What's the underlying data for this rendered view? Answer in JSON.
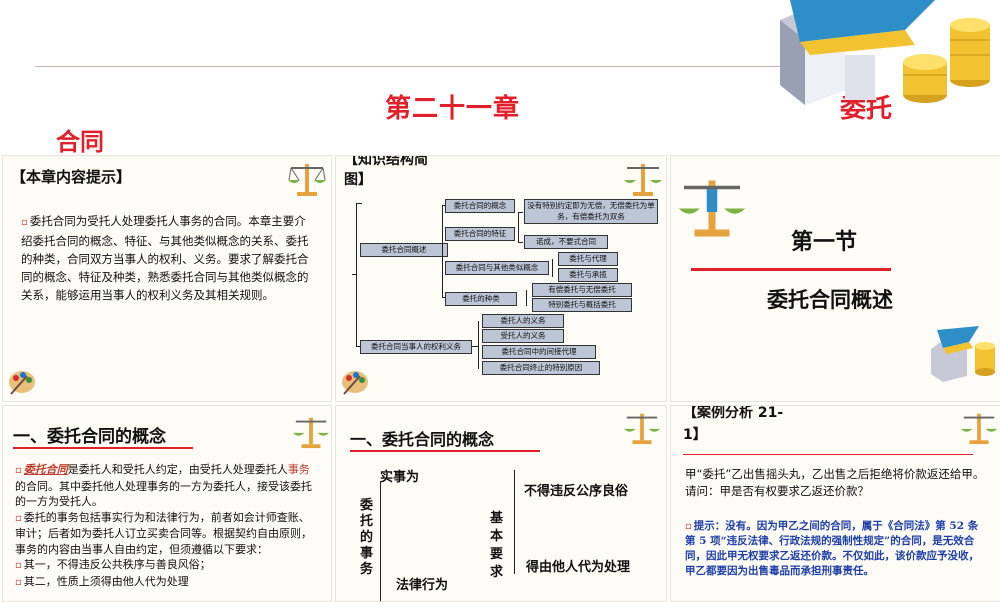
{
  "header": {
    "chapter_title": "第二十一章",
    "chapter_tail": "委托",
    "chapter_word": "合同"
  },
  "slide1": {
    "heading": "【本章内容提示】",
    "text": "委托合同为受托人处理委托人事务的合同。本章主要介绍委托合同的概念、特征、与其他类似概念的关系、委托的种类，合同双方当事人的权利、义务。要求了解委托合同的概念、特征及种类，熟悉委托合同与其他类似概念的关系，能够运用当事人的权利义务及其相关规则。"
  },
  "slide2": {
    "heading_line1": "【知识结构简",
    "heading_line2": "图】",
    "root_a": "委托合同概述",
    "root_b": "委托合同当事人的权利义务",
    "a_items": [
      "委托合同的概念",
      "委托合同的特征",
      "委托合同与其他类似概念",
      "委托的种类"
    ],
    "feature_items": [
      "没有特别约定即为无偿，无偿委托为单务，有偿委托为双务",
      "诺成，不要式合同"
    ],
    "similar_items": [
      "委托与代理",
      "委托与承揽"
    ],
    "kind_items": [
      "有偿委托与无偿委托",
      "特别委托与概括委托"
    ],
    "b_items": [
      "委托人的义务",
      "受托人的义务",
      "委托合同中的间接代理",
      "委托合同终止的特别原因"
    ]
  },
  "slide3": {
    "section": "第一节",
    "title": "委托合同概述"
  },
  "slide4": {
    "heading": "一、委托合同的概念",
    "term": "委托合同",
    "p1_rest_a": "是委托人和受托人约定，由受托人处理委托人",
    "p1_highlight": "事务",
    "p1_rest_b": "的合同。其中委托他人处理事务的一方为委托人，接受该委托的一方为受托人。",
    "p2": "委托的事务包括事实行为和法律行为，前者如会计师查账、审计；后者如为委托人订立买卖合同等。根据契约自由原则，事务的内容由当事人自由约定，但须遵循以下要求：",
    "p3": "其一，不得违反公共秩序与善良风俗；",
    "p4": "其二，性质上须得由他人代为处理"
  },
  "slide5": {
    "heading": "一、委托合同的概念",
    "left_label": "委托的事务",
    "top_item": "实事为",
    "bottom_item": "法律行为",
    "middle_label": "基本要求",
    "right_top": "不得违反公序良俗",
    "right_bottom": "得由他人代为处理"
  },
  "slide6": {
    "heading_line1": "【案例分析 21-",
    "heading_line2": "1】",
    "question": "甲“委托”乙出售摇头丸，乙出售之后拒绝将价款返还给甲。请问：甲是否有权要求乙返还价款？",
    "answer": "提示：没有。因为甲乙之间的合同，属于《合同法》第 52 条第 5 项“违反法律、行政法规的强制性规定”的合同，是无效合同，因此甲无权要求乙返还价款。不仅如此，该价款应予没收，甲乙都要因为出售毒品而承担刑事责任。"
  },
  "colors": {
    "accent_red": "#e0202a",
    "answer_blue": "#1f3fa8",
    "diagram_fill": "#bcc6d6"
  },
  "icons": [
    "house-coins-icon",
    "scales-icon",
    "paint-palette-icon"
  ]
}
